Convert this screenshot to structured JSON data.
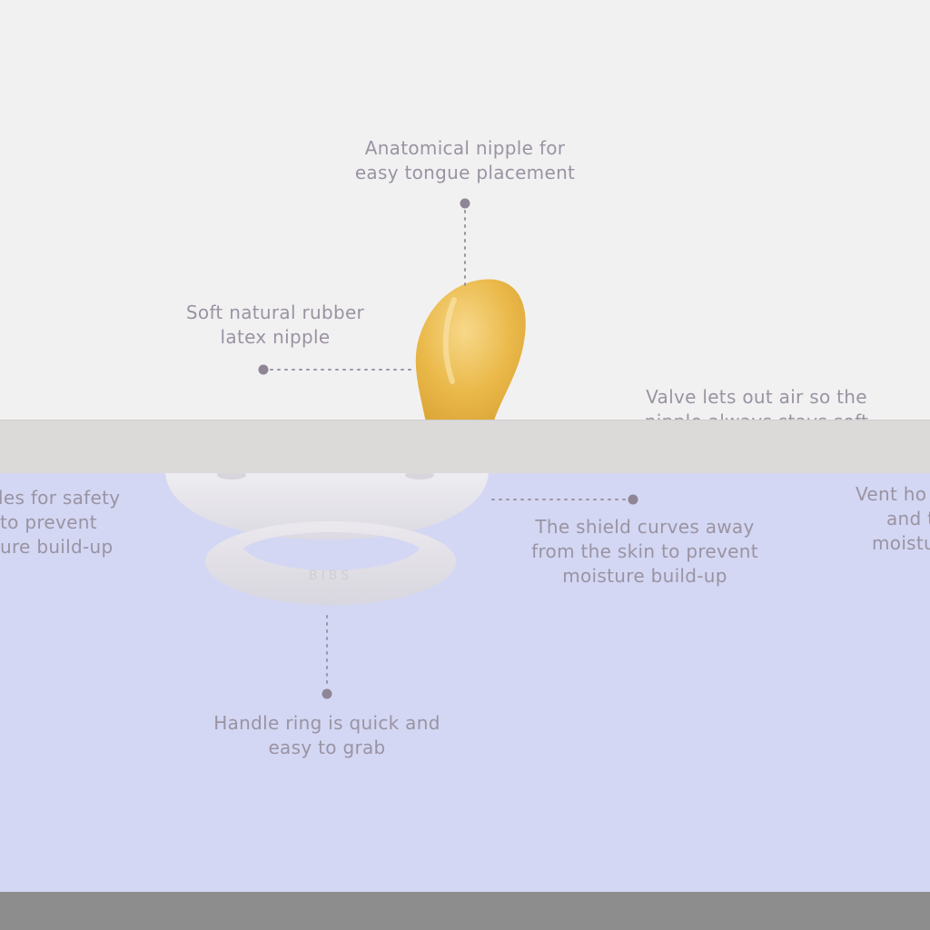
{
  "callouts": {
    "anatomical": {
      "line1": "Anatomical nipple for",
      "line2": "easy tongue placement"
    },
    "soft_rubber": {
      "line1": "Soft natural rubber",
      "line2": "latex nipple"
    },
    "valve": {
      "line1": "Valve lets out air so the",
      "line2": "nipple always stays soft"
    },
    "vent_left": {
      "line1": "les for safety",
      "line2": "to prevent",
      "line3": "ure build-up"
    },
    "vent_right": {
      "line1": "Vent ho",
      "line2": "and t",
      "line3": "moistu"
    },
    "shield": {
      "line1": "The shield curves away",
      "line2": "from the skin to prevent",
      "line3": "moisture build-up"
    },
    "handle": {
      "line1": "Handle ring is quick and",
      "line2": "easy to grab"
    }
  },
  "ring_embossing": "BIBS",
  "colors": {
    "top_background": "#f2f1f1",
    "bottom_background": "#d3d7f3",
    "text": "#9a93a3",
    "nipple": "#eab94a",
    "shield": "#e6e4ea",
    "dot": "#8e8596"
  }
}
